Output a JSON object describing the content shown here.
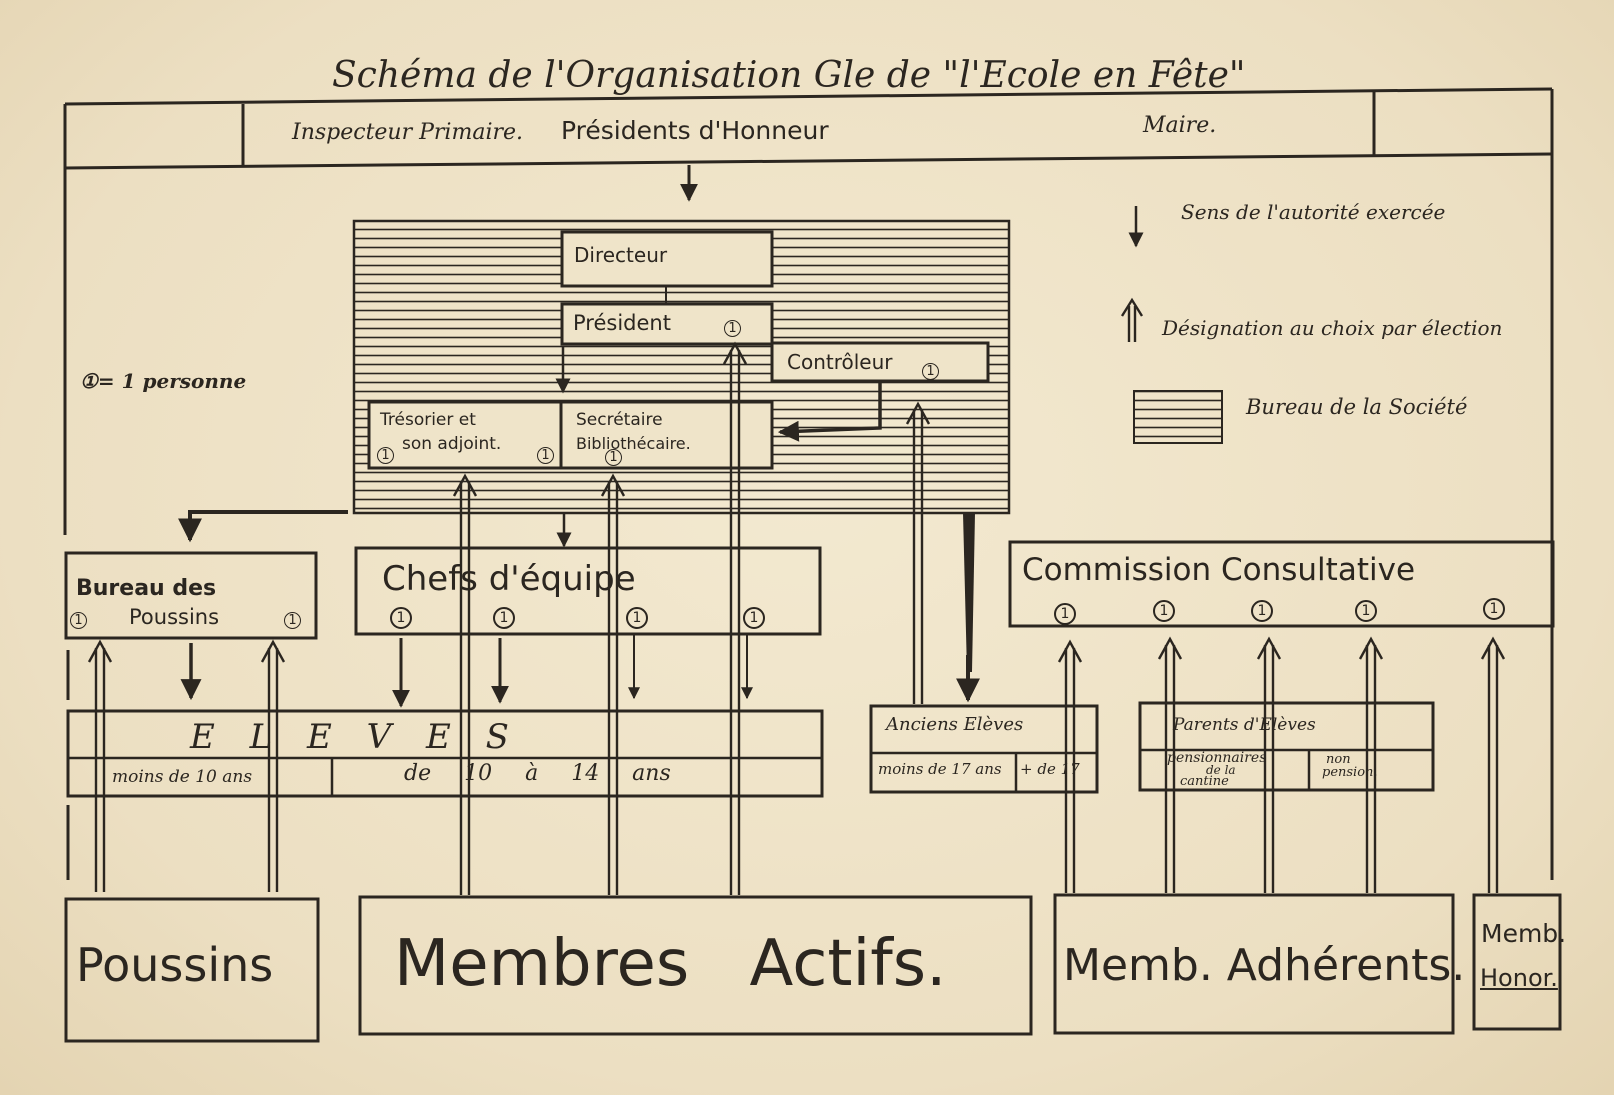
{
  "title": "Schéma de l'Organisation Gle de \"l'Ecole en Fête\"",
  "honor_row": {
    "inspector": "Inspecteur Primaire.",
    "presidents": "Présidents d'Honneur",
    "mayor": "Maire."
  },
  "legend": {
    "authority": "Sens de l'autorité exercée",
    "designation": "Désignation au choix par élection",
    "bureau": "Bureau de la Société",
    "person": "①= 1 personne"
  },
  "bureau": {
    "director": "Directeur",
    "president": "Président",
    "controller": "Contrôleur",
    "treasurer_line1": "Trésorier et",
    "treasurer_line2": "son adjoint.",
    "secretary_line1": "Secrétaire",
    "secretary_line2": "Bibliothécaire.",
    "person_marker": "1"
  },
  "bureau_poussins": {
    "line1": "Bureau des",
    "line2": "Poussins"
  },
  "chefs_equipe": "Chefs d'équipe",
  "commission": "Commission Consultative",
  "eleves": {
    "heading": "E L E V E S",
    "under10": "moins de 10 ans",
    "age10to14": "de 10 à 14 ans"
  },
  "anciens": {
    "heading": "Anciens Elèves",
    "under17": "moins de 17 ans",
    "over17": "+ de 17"
  },
  "parents": {
    "heading": "Parents d'Elèves",
    "boarders_line1": "pensionnaires",
    "boarders_line2": "de la",
    "boarders_line3": "cantine",
    "nonboarders_line1": "non",
    "nonboarders_line2": "pension."
  },
  "members": {
    "poussins": "Poussins",
    "actifs": "Membres Actifs.",
    "adherents": "Memb. Adhérents.",
    "honor_line1": "Memb.",
    "honor_line2": "Honor."
  },
  "colors": {
    "paper": "#efe4c9",
    "ink": "#2b2620"
  }
}
